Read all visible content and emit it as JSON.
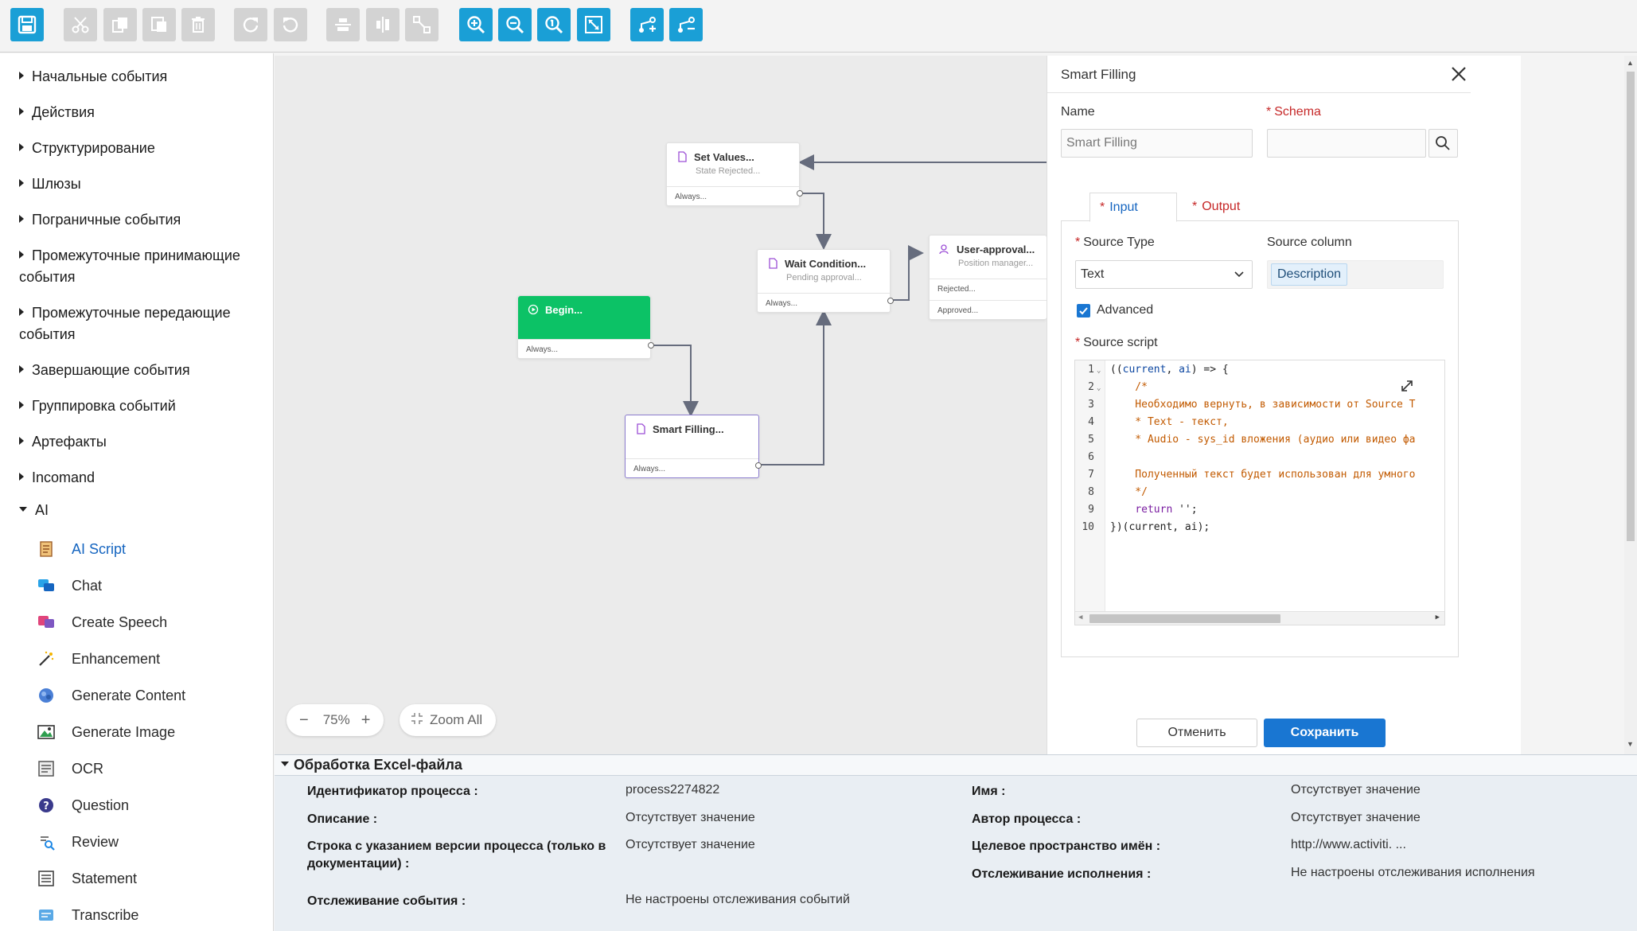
{
  "toolbar": {
    "buttons": [
      {
        "name": "save-button",
        "icon": "floppy-icon",
        "state": "active"
      },
      {
        "name": "cut-button",
        "icon": "scissors-icon",
        "state": "disabled"
      },
      {
        "name": "copy-button",
        "icon": "copy-icon",
        "state": "disabled"
      },
      {
        "name": "paste-button",
        "icon": "paste-icon",
        "state": "disabled"
      },
      {
        "name": "delete-button",
        "icon": "trash-icon",
        "state": "disabled"
      },
      {
        "name": "redo-button",
        "icon": "redo-icon",
        "state": "disabled"
      },
      {
        "name": "undo-button",
        "icon": "undo-icon",
        "state": "disabled"
      },
      {
        "name": "align-horizontal-button",
        "icon": "align-h-icon",
        "state": "disabled"
      },
      {
        "name": "align-vertical-button",
        "icon": "align-v-icon",
        "state": "disabled"
      },
      {
        "name": "resize-button",
        "icon": "resize-icon",
        "state": "disabled"
      },
      {
        "name": "zoom-in-button",
        "icon": "zoom-in-icon",
        "state": "active"
      },
      {
        "name": "zoom-out-button",
        "icon": "zoom-out-icon",
        "state": "active"
      },
      {
        "name": "zoom-actual-button",
        "icon": "zoom-one-icon",
        "state": "active"
      },
      {
        "name": "fit-button",
        "icon": "fit-icon",
        "state": "active"
      },
      {
        "name": "add-connection-button",
        "icon": "connect-add-icon",
        "state": "active"
      },
      {
        "name": "remove-connection-button",
        "icon": "connect-remove-icon",
        "state": "active"
      }
    ],
    "accent": "#1a9fd6",
    "disabled_color": "#d3d3d3"
  },
  "palette": {
    "categories": [
      "Начальные события",
      "Действия",
      "Структурирование",
      "Шлюзы",
      "Пограничные события",
      "Промежуточные принимающие события",
      "Промежуточные передающие события",
      "Завершающие события",
      "Группировка событий",
      "Артефакты",
      "Incomand",
      "AI"
    ],
    "ai_items": [
      {
        "label": "AI Script",
        "icon": "scroll-icon"
      },
      {
        "label": "Chat",
        "icon": "chat-icon"
      },
      {
        "label": "Create Speech",
        "icon": "speech-icon"
      },
      {
        "label": "Enhancement",
        "icon": "magic-wand-icon"
      },
      {
        "label": "Generate Content",
        "icon": "brain-icon"
      },
      {
        "label": "Generate Image",
        "icon": "image-icon"
      },
      {
        "label": "OCR",
        "icon": "ocr-icon"
      },
      {
        "label": "Question",
        "icon": "question-icon"
      },
      {
        "label": "Review",
        "icon": "review-icon"
      },
      {
        "label": "Statement",
        "icon": "statement-icon"
      },
      {
        "label": "Transcribe",
        "icon": "transcribe-icon"
      }
    ]
  },
  "canvas": {
    "nodes": {
      "set_values": {
        "title": "Set Values...",
        "sub": "State Rejected...",
        "rows": [
          "Always..."
        ]
      },
      "wait_condition": {
        "title": "Wait Condition...",
        "sub": "Pending approval...",
        "rows": [
          "Always..."
        ]
      },
      "user_approval": {
        "title": "User-approval...",
        "sub": "Position manager...",
        "rows": [
          "Rejected...",
          "Approved..."
        ]
      },
      "begin": {
        "title": "Begin...",
        "rows": [
          "Always..."
        ]
      },
      "smart_filling": {
        "title": "Smart Filling...",
        "rows": [
          "Always..."
        ]
      }
    },
    "zoom": {
      "value": "75%",
      "minus": "−",
      "plus": "+",
      "zoom_all": "Zoom All"
    },
    "begin_color": "#0cc266"
  },
  "panel": {
    "title": "Smart Filling",
    "name_label": "Name",
    "name_value": "Smart Filling",
    "schema_label": "Schema",
    "schema_value": "",
    "required_mark": "*",
    "tabs": {
      "input": "Input",
      "output": "Output"
    },
    "source_type_label": "Source Type",
    "source_type_value": "Text",
    "source_column_label": "Source column",
    "source_column_value": "Description",
    "advanced_label": "Advanced",
    "source_script_label": "Source script",
    "code_lines": [
      "((current, ai) => {",
      "    /*",
      "    Необходимо вернуть, в зависимости от Source T",
      "    * Text - текст,",
      "    * Audio - sys_id вложения (аудио или видео фа",
      "",
      "    Полученный текст будет использован для умного",
      "    */",
      "    return '';",
      "})(current, ai);"
    ],
    "line_numbers": [
      "1",
      "2",
      "3",
      "4",
      "5",
      "6",
      "7",
      "8",
      "9",
      "10"
    ],
    "cancel_label": "Отменить",
    "save_label": "Сохранить"
  },
  "properties": {
    "header": "Обработка Excel-файла",
    "left": [
      {
        "key": "Идентификатор процесса :",
        "value": "process2274822"
      },
      {
        "key": "Описание :",
        "value": "Отсутствует значение"
      },
      {
        "key": "Строка с указанием версии процесса (только в документации) :",
        "value": "Отсутствует значение"
      },
      {
        "key": "Отслеживание события :",
        "value": "Не настроены отслеживания событий"
      }
    ],
    "right": [
      {
        "key": "Имя :",
        "value": "Отсутствует значение"
      },
      {
        "key": "Автор процесса :",
        "value": "Отсутствует значение"
      },
      {
        "key": "Целевое пространство имён :",
        "value": "http://www.activiti. ..."
      },
      {
        "key": "Отслеживание исполнения :",
        "value": "Не настроены отслеживания исполнения"
      }
    ]
  }
}
